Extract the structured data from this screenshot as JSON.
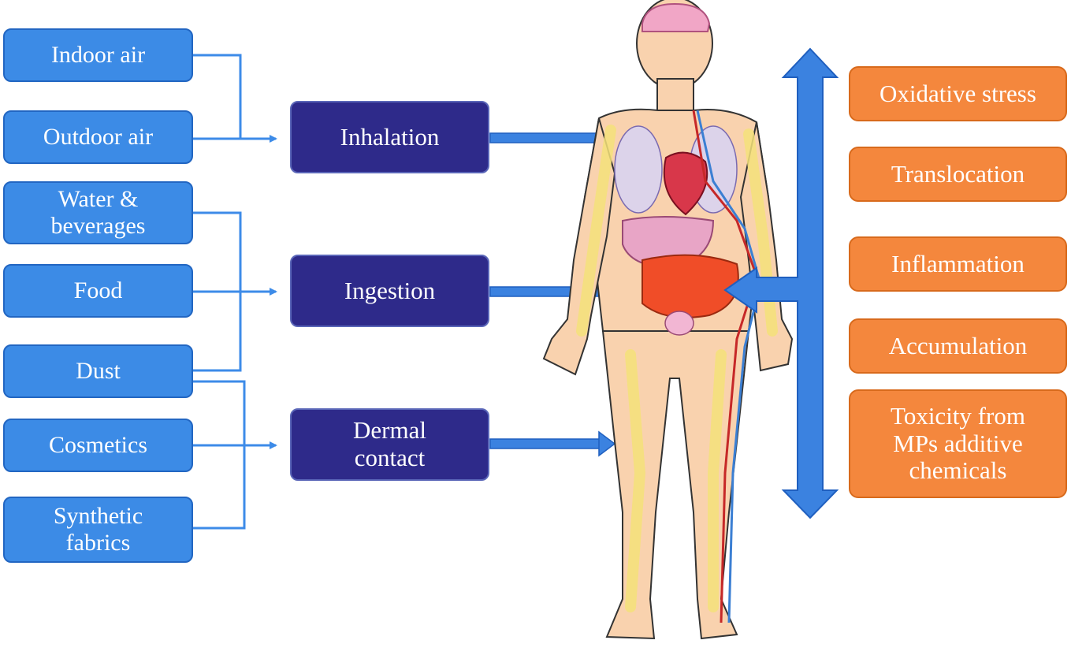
{
  "sources": [
    {
      "id": "indoor-air",
      "lines": [
        "Indoor air"
      ]
    },
    {
      "id": "outdoor-air",
      "lines": [
        "Outdoor air"
      ]
    },
    {
      "id": "water-beverages",
      "lines": [
        "Water &",
        "beverages"
      ]
    },
    {
      "id": "food",
      "lines": [
        "Food"
      ]
    },
    {
      "id": "dust",
      "lines": [
        "Dust"
      ]
    },
    {
      "id": "cosmetics",
      "lines": [
        "Cosmetics"
      ]
    },
    {
      "id": "synthetic-fabrics",
      "lines": [
        "Synthetic",
        "fabrics"
      ]
    }
  ],
  "routes": [
    {
      "id": "inhalation",
      "lines": [
        "Inhalation"
      ]
    },
    {
      "id": "ingestion",
      "lines": [
        "Ingestion"
      ]
    },
    {
      "id": "dermal-contact",
      "lines": [
        "Dermal",
        "contact"
      ]
    }
  ],
  "effects": [
    {
      "id": "oxidative-stress",
      "lines": [
        "Oxidative stress"
      ]
    },
    {
      "id": "translocation",
      "lines": [
        "Translocation"
      ]
    },
    {
      "id": "inflammation",
      "lines": [
        "Inflammation"
      ]
    },
    {
      "id": "accumulation",
      "lines": [
        "Accumulation"
      ]
    },
    {
      "id": "toxicity",
      "lines": [
        "Toxicity from",
        "MPs additive",
        "chemicals"
      ]
    }
  ],
  "colors": {
    "source_fill": "#3c8be6",
    "route_fill": "#2e2a8a",
    "effect_fill": "#f4873d",
    "connector": "#3d8be8",
    "arrow_fill": "#3b82e0",
    "skin": "#f9d2ae",
    "bone": "#f5e27a"
  },
  "illustration": {
    "subject": "human-anatomy-figure"
  }
}
